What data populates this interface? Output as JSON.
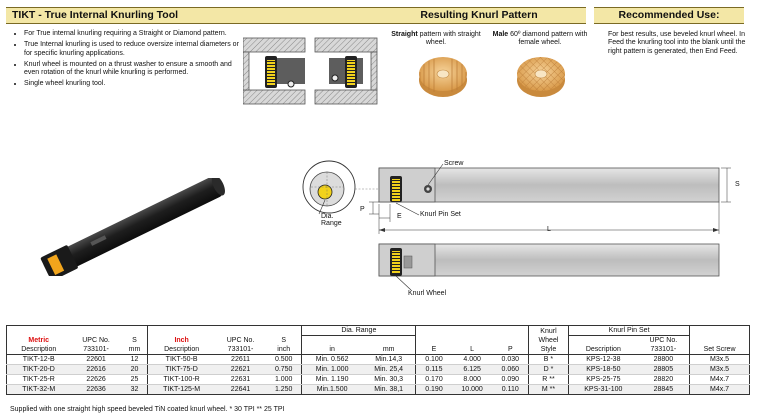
{
  "header": {
    "title": "TIKT - True Internal Knurling Tool",
    "resulting": "Resulting Knurl Pattern",
    "recommended": "Recommended Use:"
  },
  "bullets": [
    "For True internal knurling requiring a Straight or Diamond pattern.",
    "True Internal knurling is used to reduce oversize internal diameters or for specific knurling applications.",
    "Knurl wheel is mounted on a thrust washer to ensure a smooth and even rotation of the knurl while knurling is performed.",
    "Single wheel knurling tool."
  ],
  "patterns": {
    "straight_bold": "Straight",
    "straight_rest": " pattern with straight wheel.",
    "male_bold": "Male",
    "male_rest": " 60º diamond pattern with female wheel."
  },
  "recommended_text": "For best results, use beveled knurl wheel. In Feed the knurling tool into the blank until the right pattern is generated, then End Feed.",
  "diagram_labels": {
    "screw": "Screw",
    "s": "S",
    "p": "P",
    "e": "E",
    "l": "L",
    "knurl_pin_set": "Knurl Pin Set",
    "dia": "Dia.",
    "range": "Range",
    "knurl_wheel": "Knurl Wheel"
  },
  "table": {
    "headers": {
      "metric": "Metric",
      "description": "Description",
      "upc_no": "UPC No.",
      "upc_prefix": "733101-",
      "s": "S",
      "mm": "mm",
      "inch_title": "Inch",
      "inch": "inch",
      "dia_range": "Dia. Range",
      "in": "in",
      "e": "E",
      "l": "L",
      "p": "P",
      "knurl_wheel_1": "Knurl",
      "knurl_wheel_2": "Wheel",
      "knurl_wheel_3": "Style",
      "knurl_pin_set": "Knurl Pin Set",
      "set_screw": "Set Screw"
    },
    "rows": [
      {
        "mdesc": "TIKT-12-B",
        "mupc": "22601",
        "smm": "12",
        "idesc": "TIKT-50-B",
        "iupc": "22611",
        "sin": "0.500",
        "drin": "Min. 0.562",
        "drmm": "Min.14,3",
        "e": "0.100",
        "l": "4.000",
        "p": "0.030",
        "style": "B *",
        "kdesc": "KPS-12-38",
        "kupc": "28800",
        "screw": "M3x.5"
      },
      {
        "mdesc": "TIKT-20-D",
        "mupc": "22616",
        "smm": "20",
        "idesc": "TIKT-75-D",
        "iupc": "22621",
        "sin": "0.750",
        "drin": "Min. 1.000",
        "drmm": "Min. 25,4",
        "e": "0.115",
        "l": "6.125",
        "p": "0.060",
        "style": "D *",
        "kdesc": "KPS-18-50",
        "kupc": "28805",
        "screw": "M3x.5"
      },
      {
        "mdesc": "TIKT-25-R",
        "mupc": "22626",
        "smm": "25",
        "idesc": "TIKT-100-R",
        "iupc": "22631",
        "sin": "1.000",
        "drin": "Min. 1.190",
        "drmm": "Min. 30,3",
        "e": "0.170",
        "l": "8.000",
        "p": "0.090",
        "style": "R **",
        "kdesc": "KPS-25-75",
        "kupc": "28820",
        "screw": "M4x.7"
      },
      {
        "mdesc": "TIKT-32-M",
        "mupc": "22636",
        "smm": "32",
        "idesc": "TIKT-125-M",
        "iupc": "22641",
        "sin": "1.250",
        "drin": "Min.1.500",
        "drmm": "Min. 38,1",
        "e": "0.190",
        "l": "10.000",
        "p": "0.110",
        "style": "M **",
        "kdesc": "KPS-31-100",
        "kupc": "28845",
        "screw": "M4x.7"
      }
    ]
  },
  "footnote": "Supplied with one straight high speed beveled TiN coated knurl wheel. * 30 TPI ** 25 TPI",
  "colors": {
    "title_band": "#f3e7a6",
    "accent_red": "#d11111",
    "knurl_wheel": "#e8b26a"
  }
}
